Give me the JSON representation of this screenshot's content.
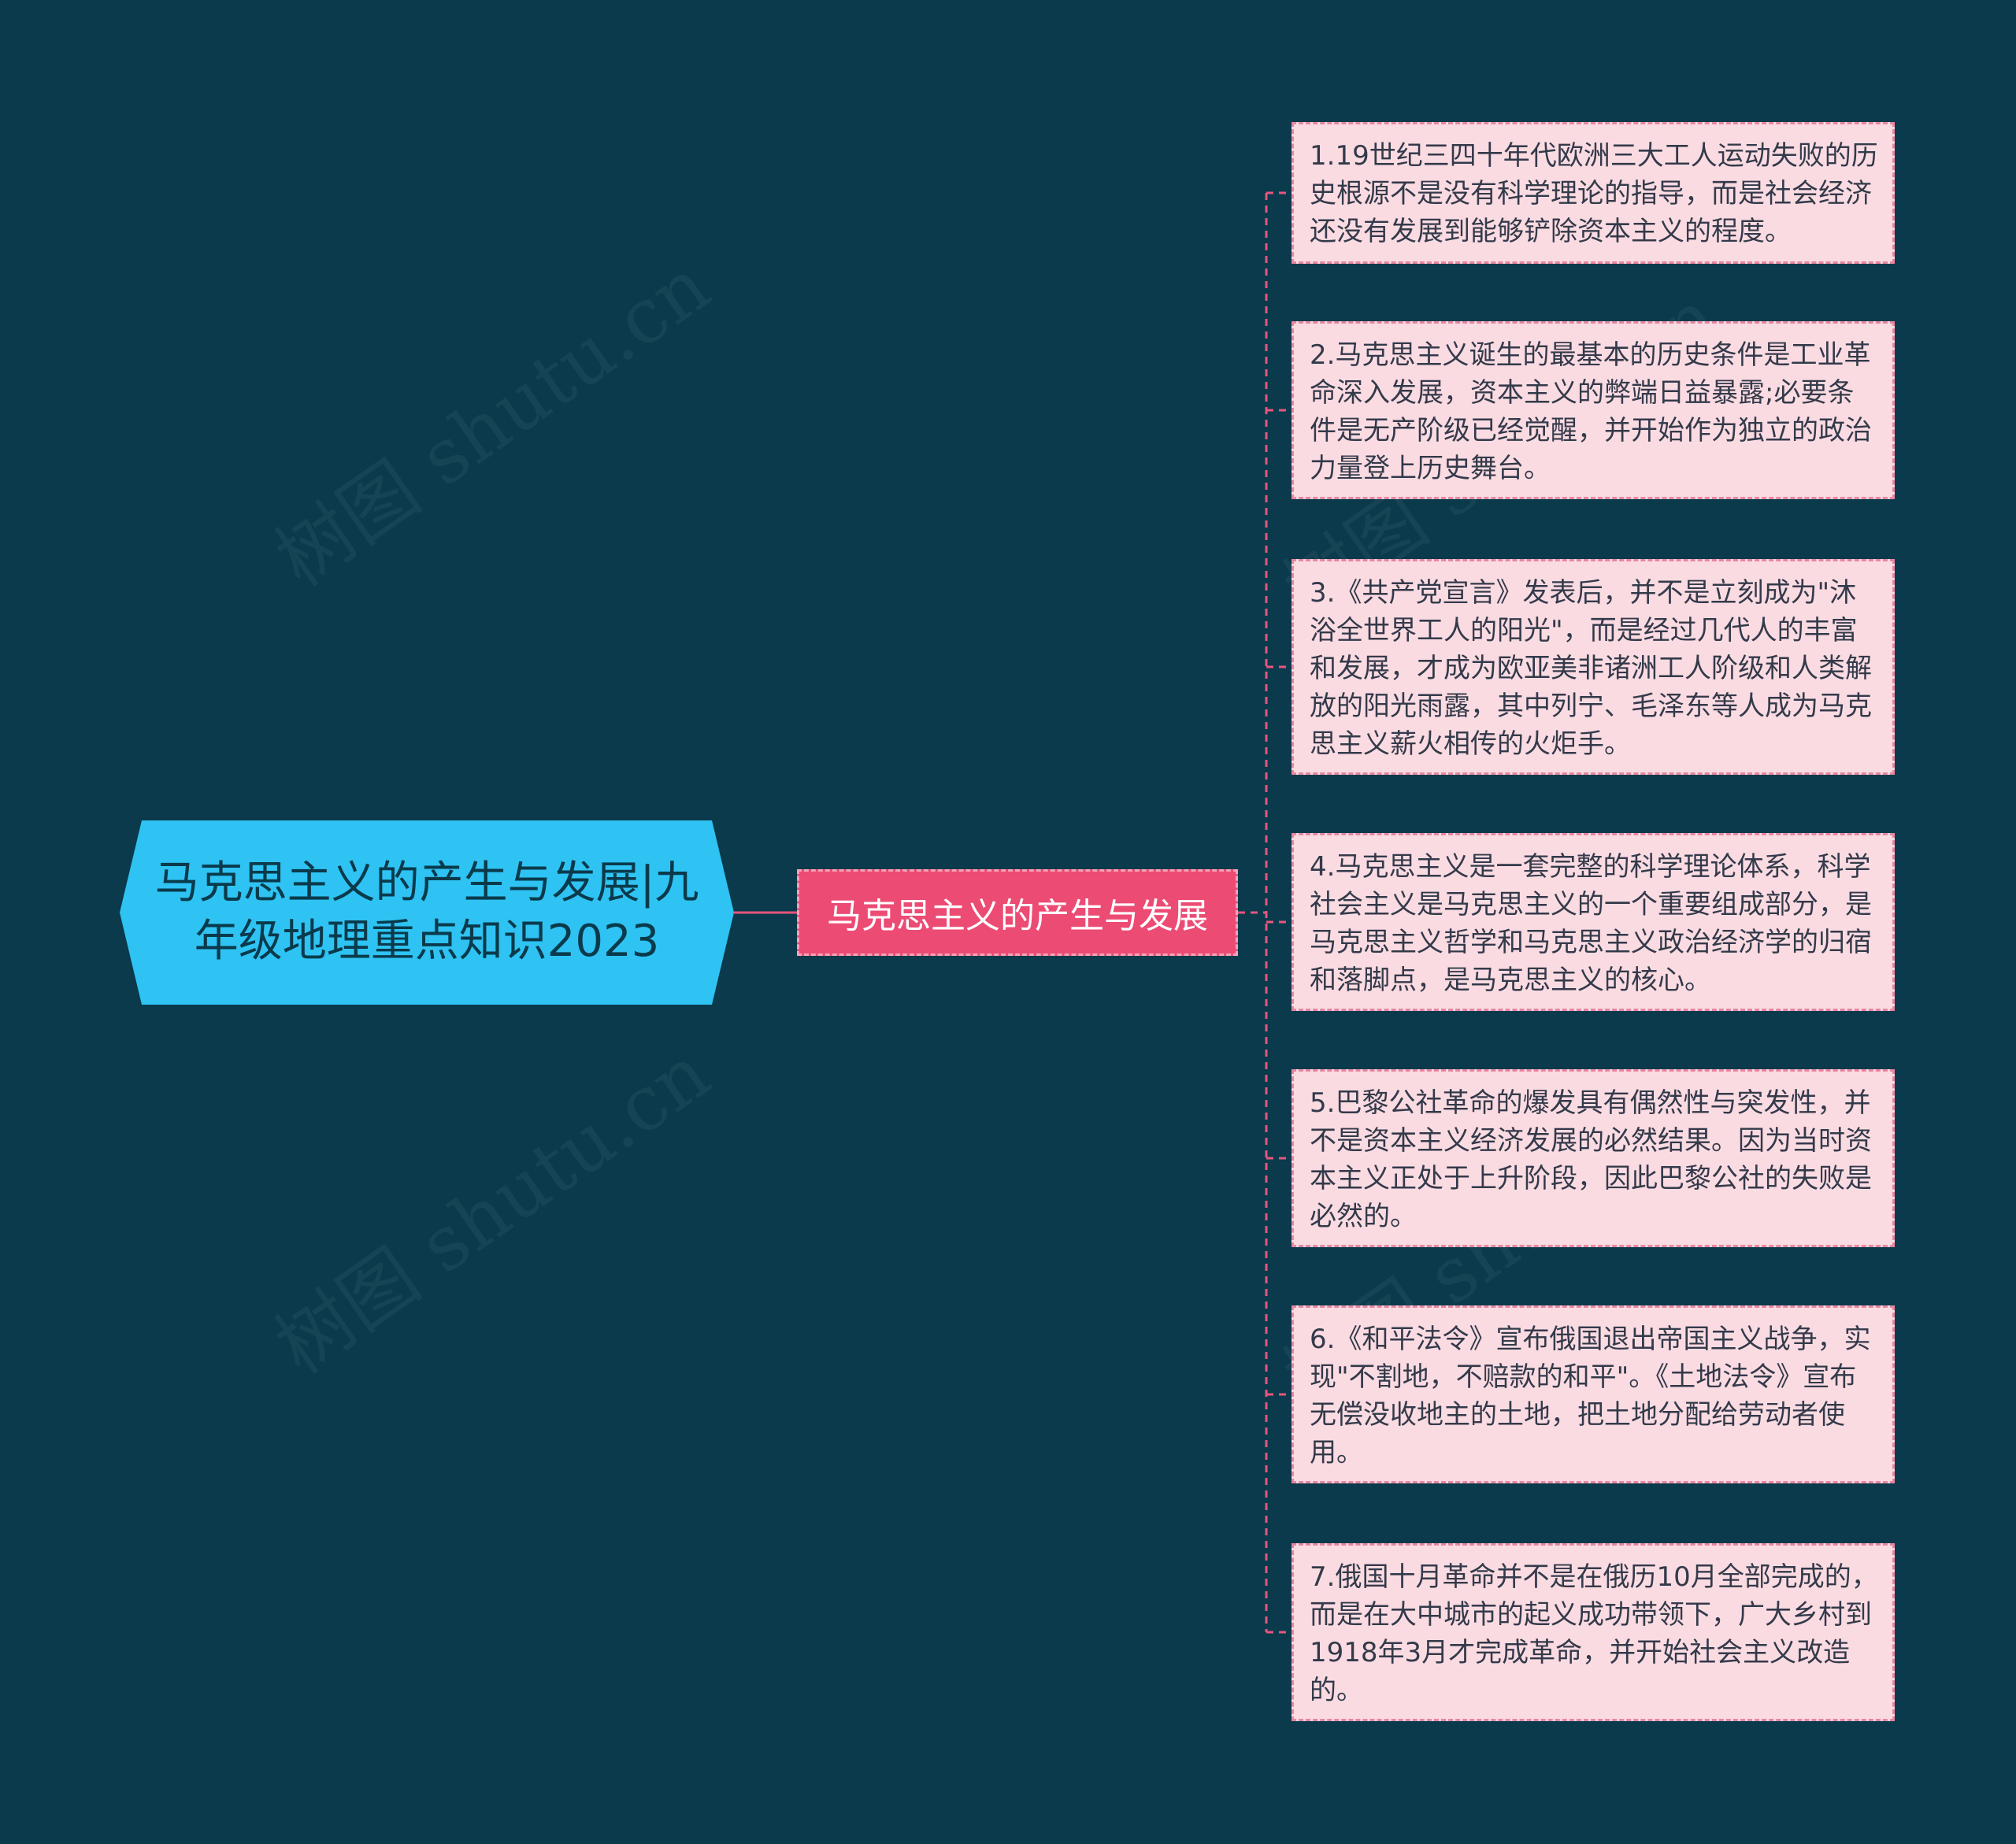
{
  "root": {
    "title": "马克思主义的产生与发展|九年级地理重点知识2023"
  },
  "branch": {
    "title": "马克思主义的产生与发展"
  },
  "leaves": [
    "1.19世纪三四十年代欧洲三大工人运动失败的历史根源不是没有科学理论的指导，而是社会经济还没有发展到能够铲除资本主义的程度。",
    "2.马克思主义诞生的最基本的历史条件是工业革命深入发展，资本主义的弊端日益暴露;必要条件是无产阶级已经觉醒，并开始作为独立的政治力量登上历史舞台。",
    "3.《共产党宣言》发表后，并不是立刻成为\"沐浴全世界工人的阳光\"，而是经过几代人的丰富和发展，才成为欧亚美非诸洲工人阶级和人类解放的阳光雨露，其中列宁、毛泽东等人成为马克思主义薪火相传的火炬手。",
    "4.马克思主义是一套完整的科学理论体系，科学社会主义是马克思主义的一个重要组成部分，是马克思主义哲学和马克思主义政治经济学的归宿和落脚点，是马克思主义的核心。",
    "5.巴黎公社革命的爆发具有偶然性与突发性，并不是资本主义经济发展的必然结果。因为当时资本主义正处于上升阶段，因此巴黎公社的失败是必然的。",
    "6.《和平法令》宣布俄国退出帝国主义战争，实现\"不割地，不赔款的和平\"。《土地法令》宣布无偿没收地主的土地，把土地分配给劳动者使用。",
    "7.俄国十月革命并不是在俄历10月全部完成的，而是在大中城市的起义成功带领下，广大乡村到1918年3月才完成革命，并开始社会主义改造的。"
  ],
  "watermark": "树图 shutu.cn",
  "colors": {
    "background": "#0a3a4b",
    "root": "#2ec3f3",
    "branch": "#ec4b74",
    "leaf": "#fbdbe2",
    "connector": "#e8557e"
  }
}
